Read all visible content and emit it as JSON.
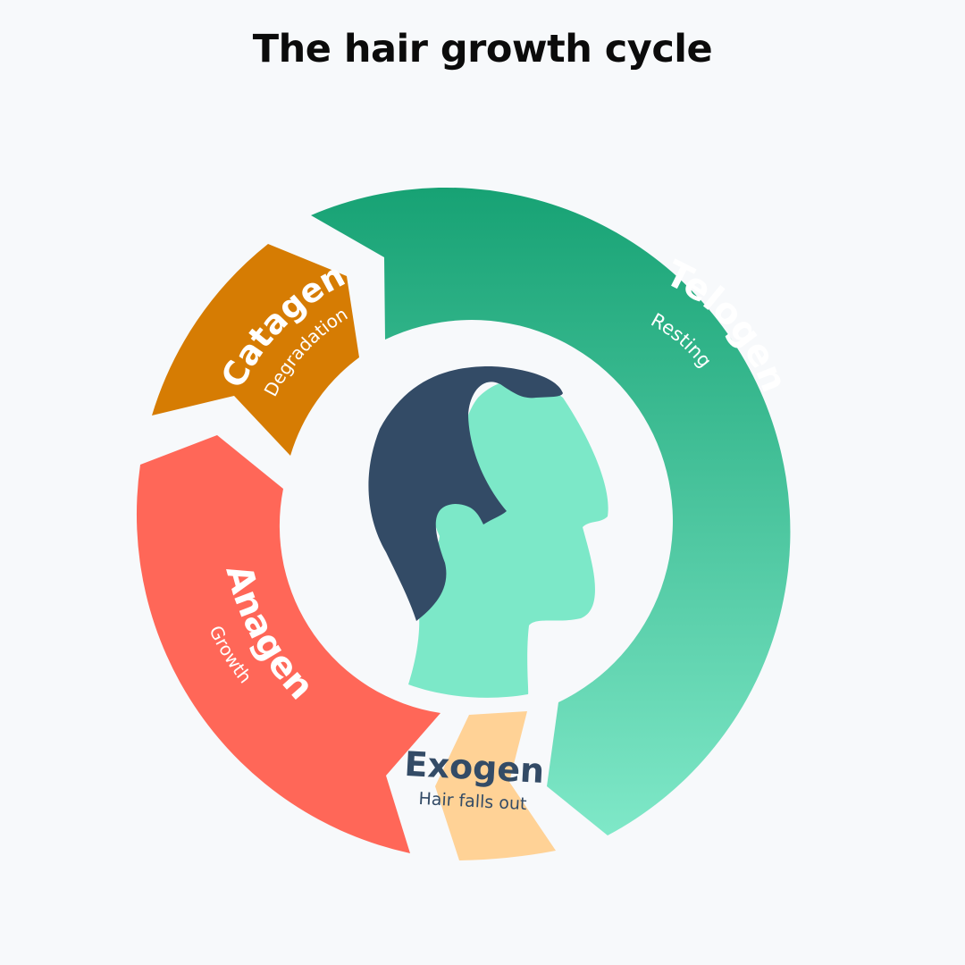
{
  "title": "The hair growth cycle",
  "colors": {
    "background": "#f7f9fb",
    "telogen_top": "#17a274",
    "telogen_bottom": "#7fe8c8",
    "catagen": "#d67c03",
    "anagen": "#ff6758",
    "exogen": "#ffd296",
    "face": "#7ce8c8",
    "hair": "#334b66"
  },
  "phases": {
    "telogen": {
      "name": "Telogen",
      "description": "Resting"
    },
    "catagen": {
      "name": "Catagen",
      "description": "Degradation"
    },
    "anagen": {
      "name": "Anagen",
      "description": "Growth"
    },
    "exogen": {
      "name": "Exogen",
      "description": "Hair falls out"
    }
  },
  "center_icon": "head-profile-icon"
}
